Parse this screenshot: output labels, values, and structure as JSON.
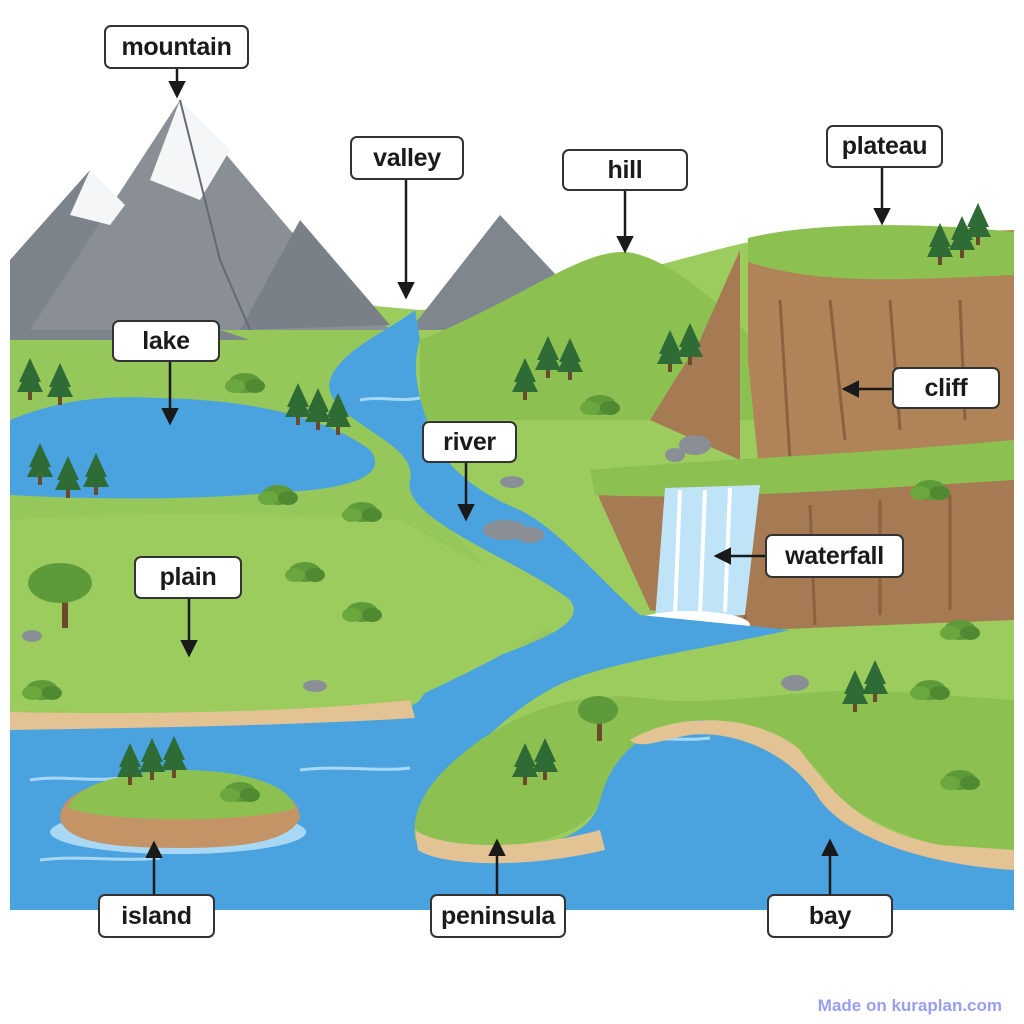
{
  "labels": {
    "mountain": "mountain",
    "valley": "valley",
    "hill": "hill",
    "plateau": "plateau",
    "lake": "lake",
    "cliff": "cliff",
    "river": "river",
    "waterfall": "waterfall",
    "plain": "plain",
    "island": "island",
    "peninsula": "peninsula",
    "bay": "bay"
  },
  "watermark": "Made on kuraplan.com",
  "colors": {
    "water": "#4aa3df",
    "water_light": "#7cc3ee",
    "grass": "#8cc152",
    "grass_dark": "#6aa83e",
    "rock": "#8a8f96",
    "snow": "#f4f6f8",
    "cliff": "#a67a52",
    "sand": "#e3c393",
    "tree": "#2e6b35",
    "label_border": "#333333"
  }
}
